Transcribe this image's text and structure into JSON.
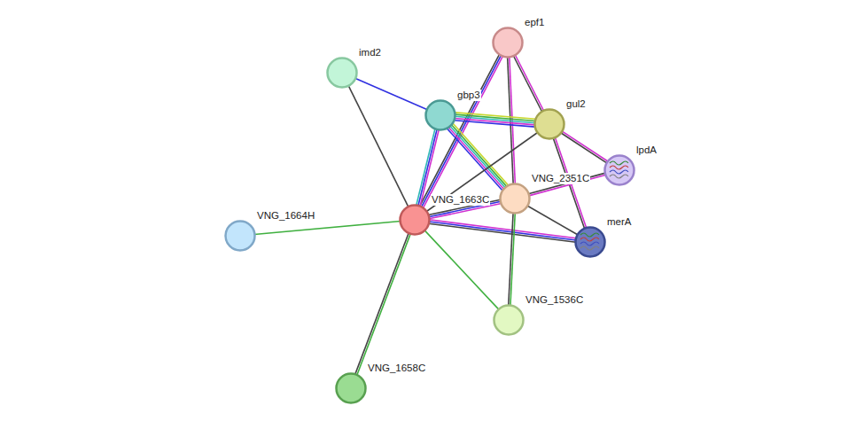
{
  "diagram": {
    "nodes": [
      {
        "text": [
          "epf1"
        ]
      },
      {
        "text": [
          "imd2"
        ]
      },
      {
        "text": [
          "gbp3"
        ]
      },
      {
        "text": [
          "gul2"
        ]
      },
      {
        "text": [
          "lpdA"
        ]
      },
      {
        "text": [
          "VNG_2351C"
        ]
      },
      {
        "text": [
          "VNG_1663C"
        ]
      },
      {
        "text": [
          "VNG_1664H"
        ]
      },
      {
        "text": [
          "merA"
        ]
      },
      {
        "text": [
          "VNG_1536C"
        ]
      },
      {
        "text": [
          "VNG_1658C"
        ]
      }
    ],
    "edges": [
      {
        "from": 1,
        "to": 2,
        "arrow": "none"
      },
      {
        "from": 1,
        "to": 6,
        "arrow": "none"
      },
      {
        "from": 0,
        "to": 6,
        "arrow": "none"
      },
      {
        "from": 0,
        "to": 3,
        "arrow": "none"
      },
      {
        "from": 0,
        "to": 5,
        "arrow": "none"
      },
      {
        "from": 2,
        "to": 3,
        "arrow": "none"
      },
      {
        "from": 2,
        "to": 5,
        "arrow": "none"
      },
      {
        "from": 2,
        "to": 6,
        "arrow": "none"
      },
      {
        "from": 3,
        "to": 4,
        "arrow": "none"
      },
      {
        "from": 3,
        "to": 6,
        "arrow": "none"
      },
      {
        "from": 3,
        "to": 8,
        "arrow": "none"
      },
      {
        "from": 4,
        "to": 5,
        "arrow": "none"
      },
      {
        "from": 5,
        "to": 6,
        "arrow": "none"
      },
      {
        "from": 5,
        "to": 8,
        "arrow": "none"
      },
      {
        "from": 6,
        "to": 8,
        "arrow": "none"
      },
      {
        "from": 6,
        "to": 7,
        "arrow": "none"
      },
      {
        "from": 6,
        "to": 9,
        "arrow": "none"
      },
      {
        "from": 5,
        "to": 9,
        "arrow": "none"
      },
      {
        "from": 6,
        "to": 10,
        "arrow": "none"
      }
    ]
  }
}
